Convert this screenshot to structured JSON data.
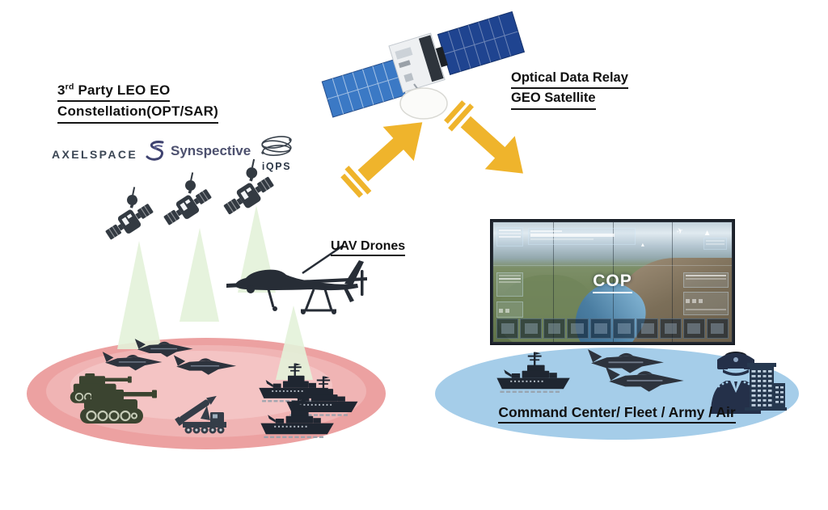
{
  "labels": {
    "leo_title": {
      "num": "3",
      "ordinal": "rd",
      "rest": " Party LEO EO",
      "line2": "Constellation(OPT/SAR)"
    },
    "geo_title": {
      "line1": "Optical Data Relay",
      "line2": "GEO Satellite"
    },
    "uav": "UAV Drones",
    "cop": "COP",
    "command": "Command Center/ Fleet / Army / Air"
  },
  "logos": {
    "axelspace": "AXELSPACE",
    "synspective": "Synspective",
    "iqps": "iQPS"
  },
  "colors": {
    "arrow": "#EFB42C",
    "beam": "#E4F2DA",
    "source_ellipse": "#ECA1A1",
    "dest_ellipse": "#A5CDE9",
    "silhouette": "#272D36"
  },
  "icons": {
    "geo-satellite-icon": "relay satellite with blue solar panels and white dish",
    "leo-satellite-icon": "small EO satellite silhouette (x3)",
    "uav-drone-icon": "MQ-9 style drone silhouette",
    "sensor-beam": "light green observation beam cone",
    "uplink-arrow": "yellow arrow pointing up-right",
    "downlink-arrow": "yellow arrow pointing down-right",
    "fighter-jet-icon": "fighter jet silhouette",
    "tank-icon": "tank silhouette",
    "missile-launcher-icon": "missile launcher truck silhouette",
    "warship-icon": "warship silhouette",
    "officer-icon": "military officer bust with peaked cap",
    "hq-building-icon": "headquarters office building",
    "cop-display": "command center video wall showing terrain map"
  }
}
